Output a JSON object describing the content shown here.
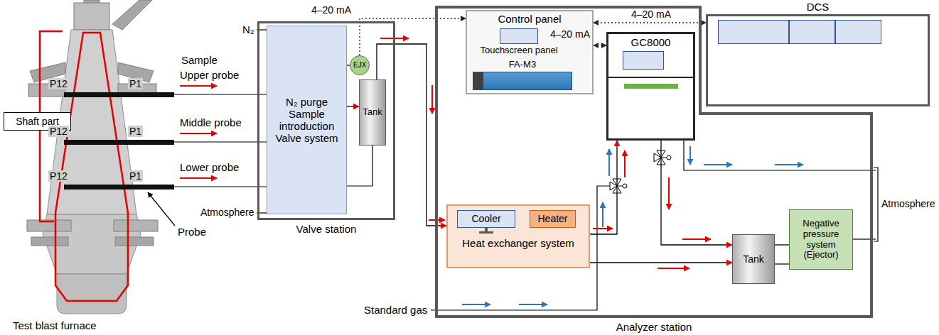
{
  "diagram": {
    "nodes": [
      {
        "text": [
          "Shaft part"
        ]
      },
      {
        "text": [
          "Valve station"
        ]
      },
      {
        "text": [
          "N₂ purge Sample introduction Valve system"
        ],
        "in": 1
      },
      {
        "text": [
          "EJX"
        ],
        "in": 1
      },
      {
        "text": [
          "Tank"
        ],
        "in": 1
      },
      {
        "text": [
          "Analyzer station"
        ]
      },
      {
        "text": [
          "Control panel"
        ],
        "in": 5
      },
      {
        "text": [
          "Touchscreen panel"
        ],
        "in": 6
      },
      {
        "text": [
          "FA-M3"
        ],
        "in": 6
      },
      {
        "text": [
          "GC8000"
        ],
        "in": 5
      },
      {
        "text": [
          "Heat exchanger system"
        ],
        "in": 5
      },
      {
        "text": [
          "Cooler"
        ],
        "in": 10
      },
      {
        "text": [
          "Heater"
        ],
        "in": 10
      },
      {
        "text": [
          "Tank"
        ],
        "in": 5
      },
      {
        "text": [
          "Negative pressure system (Ejector)"
        ],
        "in": 5
      },
      {
        "text": [
          "DCS"
        ]
      }
    ],
    "edges": [
      {
        "from": 2,
        "to": 4,
        "arrow": "to"
      },
      {
        "from": 4,
        "to": 10,
        "arrow": "to"
      },
      {
        "from": 10,
        "to": 9,
        "arrow": "to"
      },
      {
        "from": 9,
        "to": 13,
        "arrow": "to"
      },
      {
        "from": 10,
        "to": 13,
        "arrow": "to"
      },
      {
        "from": 13,
        "to": 14,
        "arrow": "none"
      },
      {
        "from": 3,
        "to": 6,
        "arrow": "to",
        "label": "4–20 mA"
      },
      {
        "from": 6,
        "to": 15,
        "arrow": "both",
        "label": "4–20 mA"
      },
      {
        "from": 6,
        "to": 9,
        "arrow": "both",
        "label": "4–20 mA"
      }
    ],
    "labels": [
      "Sample",
      "P12",
      "P1",
      "Upper probe",
      "P12",
      "P1",
      "Middle probe",
      "P12",
      "P1",
      "Lower probe",
      "N₂",
      "Atmosphere",
      "Probe",
      "Test blast furnace",
      "Standard gas",
      "Atmosphere"
    ]
  }
}
